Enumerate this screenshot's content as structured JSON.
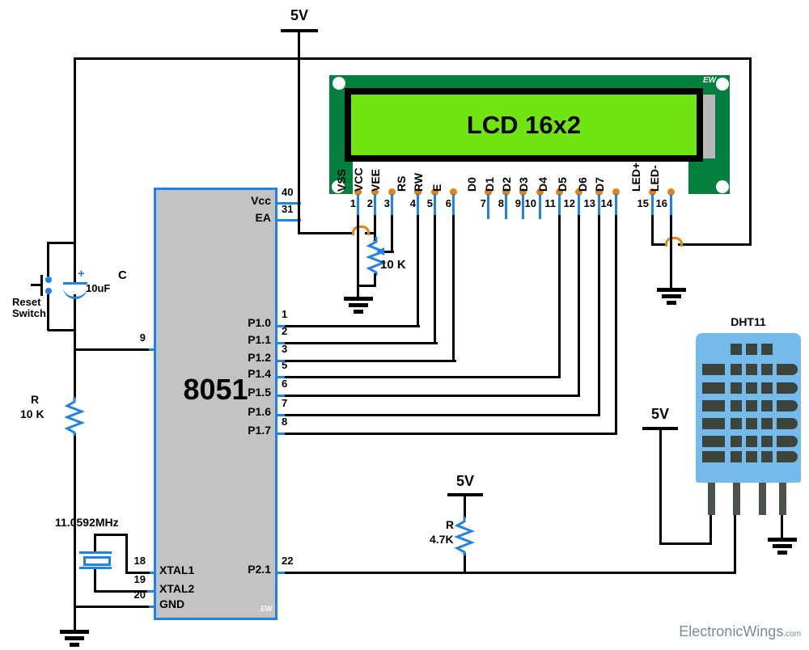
{
  "watermark": {
    "brand": "ElectronicWings",
    "suffix": ".com"
  },
  "power": {
    "v5_top": "5V",
    "v5_pullup": "5V",
    "v5_dht": "5V"
  },
  "reset": {
    "line1": "Reset",
    "line2": "Switch",
    "cap_value": "10uF",
    "cap_ref": "C",
    "cap_polarity": "+"
  },
  "resistors": {
    "reset_pulldown": {
      "ref": "R",
      "value": "10 K"
    },
    "contrast_pot": {
      "value": "10 K"
    },
    "data_pullup": {
      "ref": "R",
      "value": "4.7K"
    }
  },
  "crystal": {
    "value": "11.0592MHz"
  },
  "mcu": {
    "name": "8051",
    "corner_mark": "EW",
    "right_pins": [
      {
        "label": "Vcc",
        "num": "40"
      },
      {
        "label": "EA",
        "num": "31"
      },
      {
        "label": "P1.0",
        "num": "1"
      },
      {
        "label": "P1.1",
        "num": "2"
      },
      {
        "label": "P1.2",
        "num": "3"
      },
      {
        "label": "P1.4",
        "num": "5"
      },
      {
        "label": "P1.5",
        "num": "6"
      },
      {
        "label": "P1.6",
        "num": "7"
      },
      {
        "label": "P1.7",
        "num": "8"
      },
      {
        "label": "P2.1",
        "num": "22"
      }
    ],
    "left_pins": [
      {
        "label": "",
        "num": "9"
      },
      {
        "label": "XTAL1",
        "num": "18"
      },
      {
        "label": "XTAL2",
        "num": "19"
      },
      {
        "label": "GND",
        "num": "20"
      }
    ]
  },
  "lcd": {
    "title": "LCD 16x2",
    "corner_mark": "EW",
    "pins": [
      {
        "num": "1",
        "label": "VSS"
      },
      {
        "num": "2",
        "label": "VCC"
      },
      {
        "num": "3",
        "label": "VEE"
      },
      {
        "num": "4",
        "label": "RS"
      },
      {
        "num": "5",
        "label": "RW"
      },
      {
        "num": "6",
        "label": "E"
      },
      {
        "num": "7",
        "label": "D0"
      },
      {
        "num": "8",
        "label": "D1"
      },
      {
        "num": "9",
        "label": "D2"
      },
      {
        "num": "10",
        "label": "D3"
      },
      {
        "num": "11",
        "label": "D4"
      },
      {
        "num": "12",
        "label": "D5"
      },
      {
        "num": "13",
        "label": "D6"
      },
      {
        "num": "14",
        "label": "D7"
      },
      {
        "num": "15",
        "label": "LED+"
      },
      {
        "num": "16",
        "label": "LED-"
      }
    ]
  },
  "dht11": {
    "label": "DHT11"
  },
  "colors": {
    "wire": "#000000",
    "component_blue": "#1E82E8",
    "accent_orange": "#E8820A",
    "mcu_fill": "#C3C3C3",
    "lcd_board_green": "#04803E",
    "lcd_screen_green": "#70E512",
    "dht_body_blue": "#74BBEB",
    "dht_hole": "#3C443C",
    "watermark_gray": "#7D8A92"
  }
}
